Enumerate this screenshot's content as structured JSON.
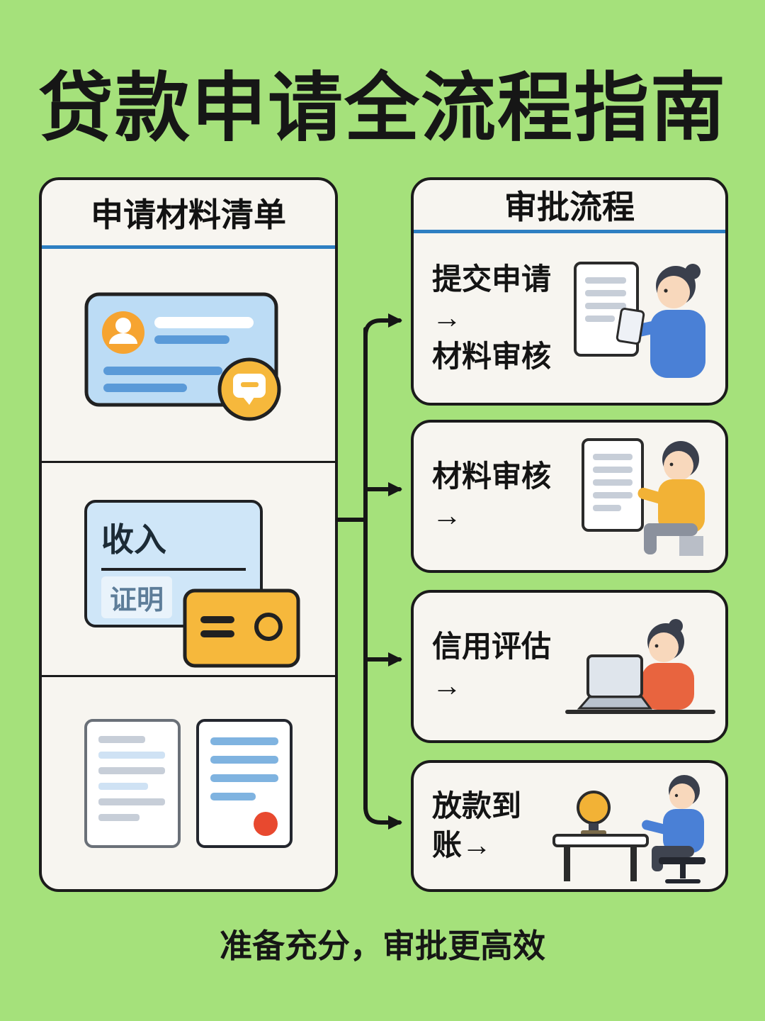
{
  "page": {
    "title": "贷款申请全流程指南",
    "footer": "准备充分，审批更高效"
  },
  "materials": {
    "header": "申请材料清单",
    "income_card": {
      "top_label": "收入",
      "bottom_label": "证明"
    }
  },
  "approval": {
    "header": "审批流程",
    "steps": [
      {
        "line1": "提交申请→",
        "line2": "材料审核"
      },
      {
        "line1": "材料审核→"
      },
      {
        "line1": "信用评估→"
      },
      {
        "line1": "放款到账→"
      }
    ]
  },
  "colors": {
    "background": "#a5e17b",
    "panel": "#f7f5f0",
    "ink": "#161616",
    "accent_blue": "#2e7fc2",
    "accent_yellow": "#f6b83c",
    "accent_orange": "#f6a431",
    "card_blue": "#bcdcf5",
    "stamp_red": "#e8492f"
  }
}
